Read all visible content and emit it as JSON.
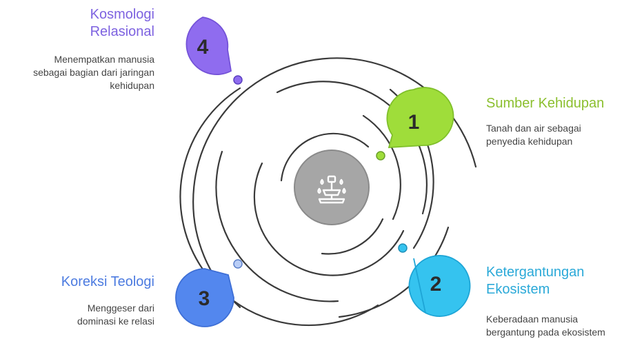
{
  "center": {
    "icon": "fountain-icon"
  },
  "colors": {
    "arc": "#3a3a3a",
    "center_fill": "#a6a6a6",
    "center_stroke": "#8a8a8a",
    "icon": "#ffffff"
  },
  "items": [
    {
      "number": "1",
      "title": "Sumber Kehidupan",
      "description_lines": [
        "Tanah dan air sebagai",
        "penyedia kehidupan"
      ],
      "color": "#9fdd3a",
      "title_color": "#8bbf2e"
    },
    {
      "number": "2",
      "title_lines": [
        "Ketergantungan",
        "Ekosistem"
      ],
      "description_lines": [
        "Keberadaan manusia",
        "bergantung pada ekosistem"
      ],
      "color": "#35c3ef",
      "title_color": "#2aa9d8"
    },
    {
      "number": "3",
      "title": "Koreksi Teologi",
      "description_lines": [
        "Menggeser dari",
        "dominasi ke relasi"
      ],
      "color": "#5387ee",
      "title_color": "#4c7be0"
    },
    {
      "number": "4",
      "title_lines": [
        "Kosmologi",
        "Relasional"
      ],
      "description_lines": [
        "Menempatkan manusia",
        "sebagai bagian dari jaringan",
        "kehidupan"
      ],
      "color": "#8f6cef",
      "title_color": "#7d62e0"
    }
  ]
}
